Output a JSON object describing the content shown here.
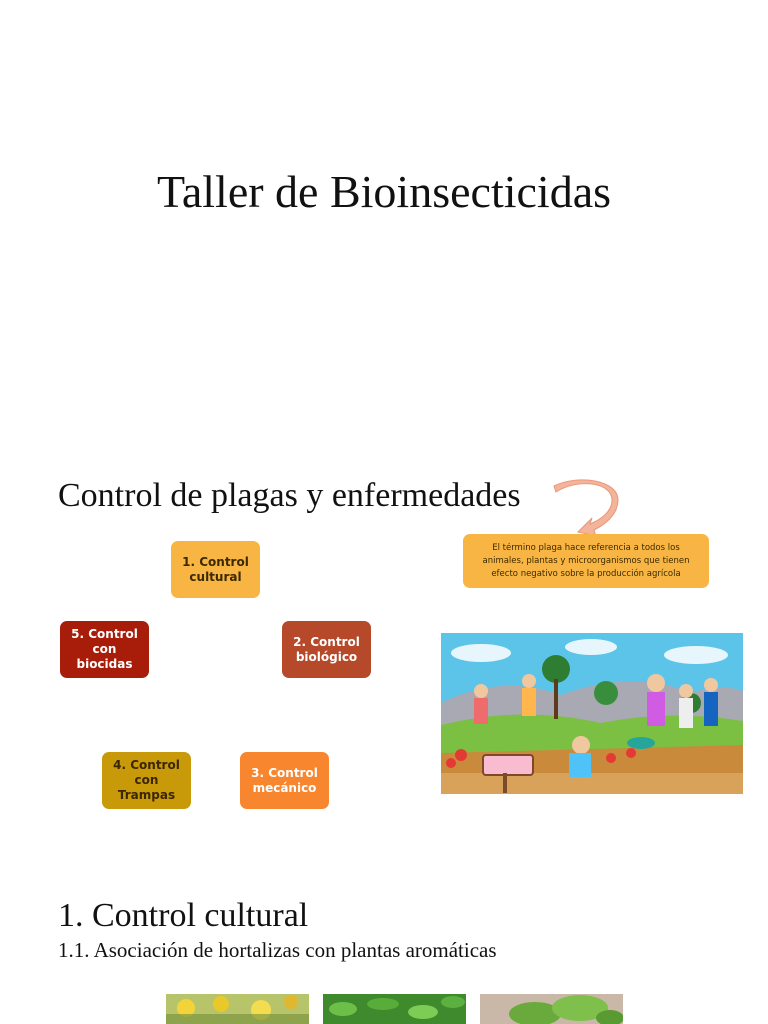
{
  "slide1": {
    "title": "Taller de Bioinsecticidas"
  },
  "slide2": {
    "heading": "Control de plagas y enfermedades",
    "boxes": [
      {
        "label": "1. Control cultural",
        "color": "#f9b543"
      },
      {
        "label": "2. Control biológico",
        "color": "#b6492a"
      },
      {
        "label": "3. Control mecánico",
        "color": "#f7862f"
      },
      {
        "label": "4. Control con Trampas",
        "color": "#c89a0a"
      },
      {
        "label": "5. Control con biocidas",
        "color": "#a81c0a"
      }
    ],
    "callout": "El término plaga hace referencia a todos los animales, plantas y microorganismos que tienen efecto negativo sobre la producción agrícola",
    "illustration": "farm-workers-illustration"
  },
  "slide3": {
    "heading": "1. Control cultural",
    "subheading": "1.1. Asociación de hortalizas con plantas aromáticas"
  }
}
